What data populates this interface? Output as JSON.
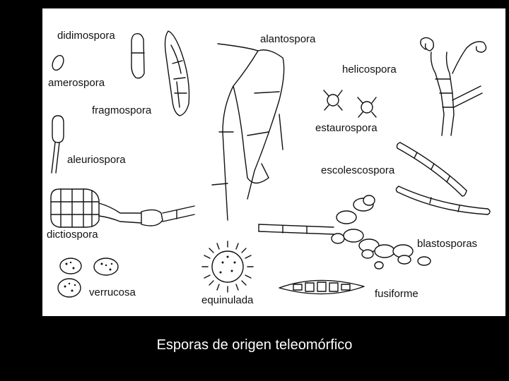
{
  "slide": {
    "caption": "Esporas de origen teleomórfico",
    "background": "#000000",
    "figure_background": "#ffffff"
  },
  "figure": {
    "labels": {
      "didimospora": "didimospora",
      "amerospora": "amerospora",
      "fragmospora": "fragmospora",
      "aleuriospora": "aleuriospora",
      "dictiospora": "dictiospora",
      "verrucosa": "verrucosa",
      "equinulada": "equinulada",
      "alantospora": "alantospora",
      "helicospora": "helicospora",
      "estaurospora": "estaurospora",
      "escolescospora": "escolescospora",
      "blastosporas": "blastosporas",
      "fusiforme": "fusiforme"
    }
  }
}
